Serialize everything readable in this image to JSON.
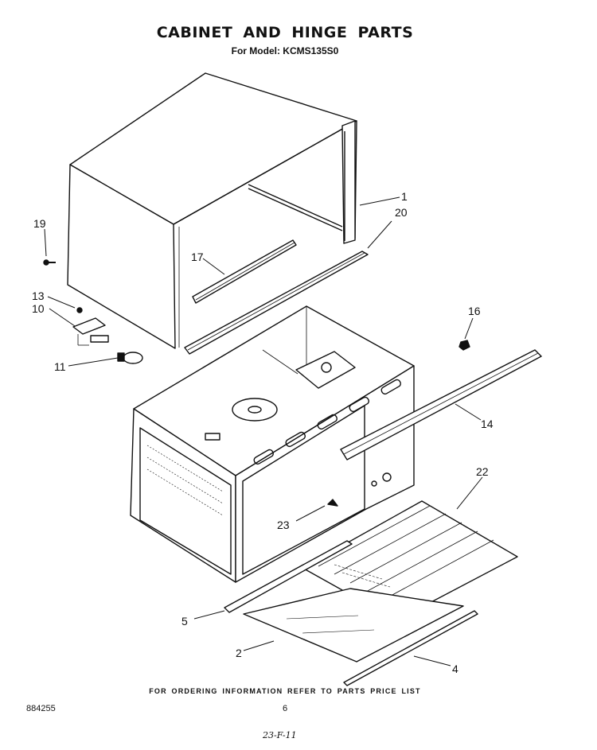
{
  "title": "CABINET AND  HINGE PARTS",
  "subtitle": "For Model: KCMS135S0",
  "callouts": {
    "c1": "1",
    "c2": "2",
    "c4": "4",
    "c5": "5",
    "c10": "10",
    "c11": "11",
    "c13": "13",
    "c14": "14",
    "c16": "16",
    "c17": "17",
    "c19": "19",
    "c20": "20",
    "c22": "22",
    "c23": "23"
  },
  "footer": {
    "ordering_note": "FOR ORDERING INFORMATION REFER TO PARTS PRICE LIST",
    "doc_number": "884255",
    "page_number": "6",
    "handwritten": "23-F-11"
  }
}
